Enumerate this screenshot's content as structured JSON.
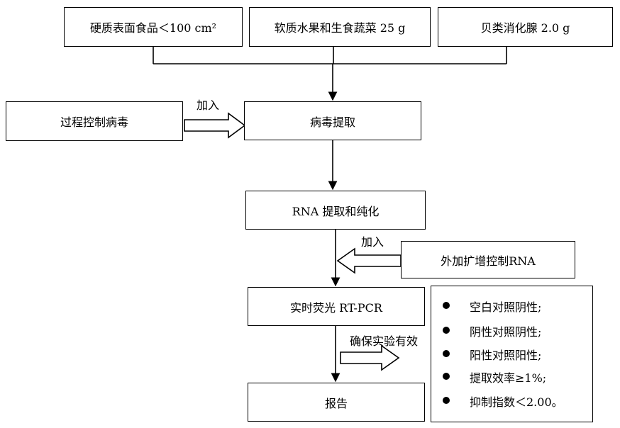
{
  "samples": {
    "hard_surface": "硬质表面食品＜100 cm²",
    "soft_fruit": "软质水果和生食蔬菜 25 g",
    "shellfish": "贝类消化腺 2.0 g"
  },
  "process_control": "过程控制病毒",
  "add_label_1": "加入",
  "virus_extraction": "病毒提取",
  "rna_extraction": "RNA 提取和纯化",
  "add_label_2": "加入",
  "amplification_control": "外加扩增控制RNA",
  "rt_pcr": "实时荧光 RT-PCR",
  "ensure_valid_label": "确保实验有效",
  "report": "报告",
  "criteria": [
    "空白对照阴性;",
    "阴性对照阴性;",
    "阳性对照阳性;",
    "提取效率≥1%;",
    "抑制指数＜2.00。"
  ]
}
